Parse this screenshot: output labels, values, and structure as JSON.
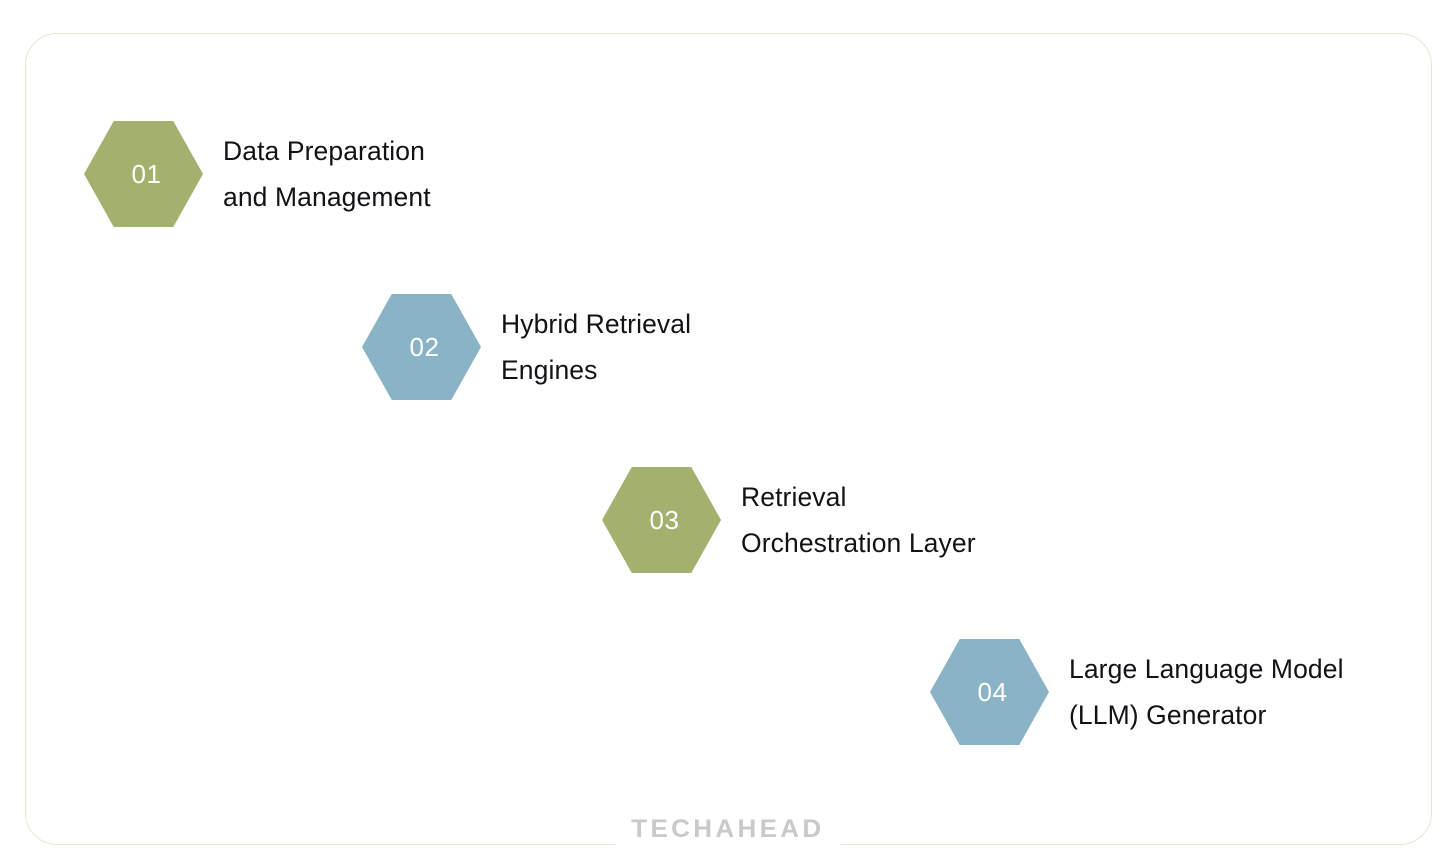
{
  "card": {
    "border_color": "#E4E7D3",
    "background": "#FFFFFF"
  },
  "palette": {
    "green": "#A3B16E",
    "blue": "#8AB3C6",
    "text": "#111316",
    "number": "#FFFFFF",
    "watermark": "#C9C9C9"
  },
  "steps": [
    {
      "number": "01",
      "label": "Data Preparation\nand Management",
      "color": "#A3B16E",
      "color_name": "green"
    },
    {
      "number": "02",
      "label": "Hybrid Retrieval\nEngines",
      "color": "#8AB3C6",
      "color_name": "blue"
    },
    {
      "number": "03",
      "label": "Retrieval\nOrchestration Layer",
      "color": "#A3B16E",
      "color_name": "green"
    },
    {
      "number": "04",
      "label": "Large Language Model\n(LLM) Generator",
      "color": "#8AB3C6",
      "color_name": "blue"
    }
  ],
  "watermark": {
    "text": "TECHAHEAD"
  }
}
